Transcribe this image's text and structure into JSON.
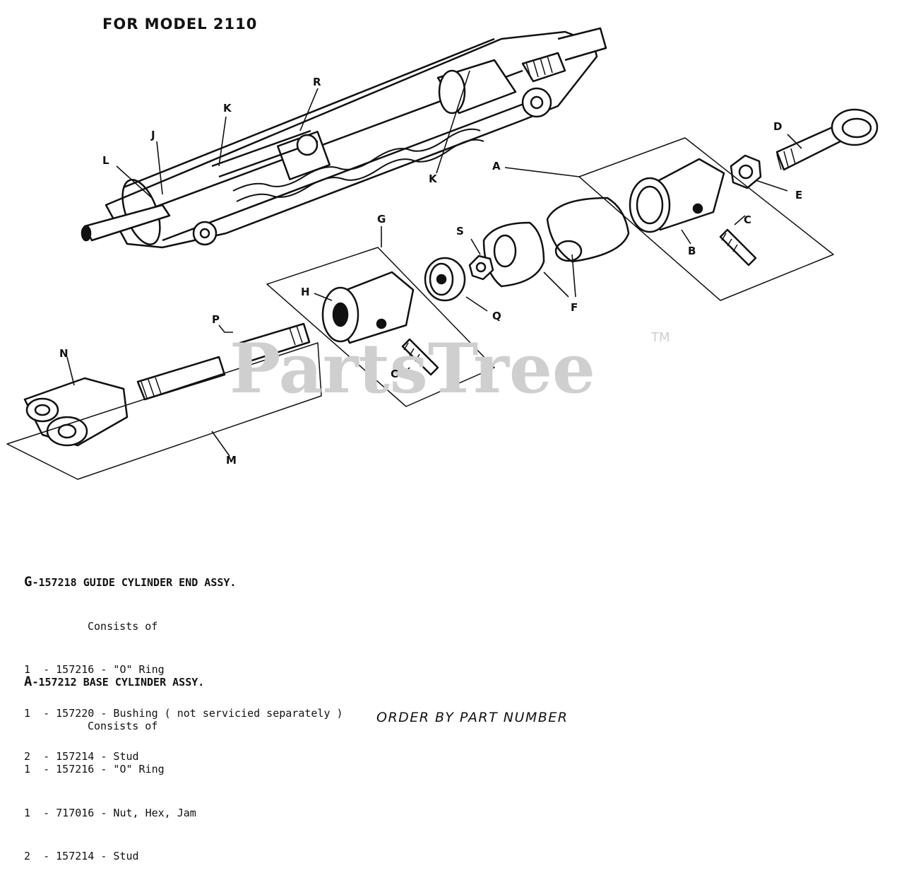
{
  "title": "FOR MODEL 2110",
  "watermark": "PartsTree",
  "watermark_tm": "TM",
  "callouts": {
    "A": "A",
    "B": "B",
    "C": "C",
    "D": "D",
    "E": "E",
    "F": "F",
    "G": "G",
    "H": "H",
    "J": "J",
    "K": "K",
    "L": "L",
    "M": "M",
    "N": "N",
    "P": "P",
    "Q": "Q",
    "R": "R",
    "S": "S"
  },
  "parts_lists": [
    {
      "letter": "G",
      "heading": "-157218 GUIDE CYLINDER END ASSY.",
      "consists": "Consists of",
      "items": [
        {
          "qty": "1",
          "text": "- 157216 - \"O\" Ring"
        },
        {
          "qty": "1",
          "text": "- 157220 - Bushing ( not servicied separately )"
        },
        {
          "qty": "2",
          "text": "- 157214 - Stud"
        }
      ]
    },
    {
      "letter": "A",
      "heading": "-157212 BASE CYLINDER ASSY.",
      "consists": "Consists of",
      "items": [
        {
          "qty": "1",
          "text": "- 157216 - \"O\" Ring"
        },
        {
          "qty": "1",
          "text": "- 717016 - Nut, Hex, Jam"
        },
        {
          "qty": "2",
          "text": "- 157214 - Stud"
        }
      ]
    }
  ],
  "footer": "ORDER BY PART NUMBER",
  "colors": {
    "ink": "#111111",
    "watermark": "#cfcfcf",
    "background": "#ffffff"
  }
}
